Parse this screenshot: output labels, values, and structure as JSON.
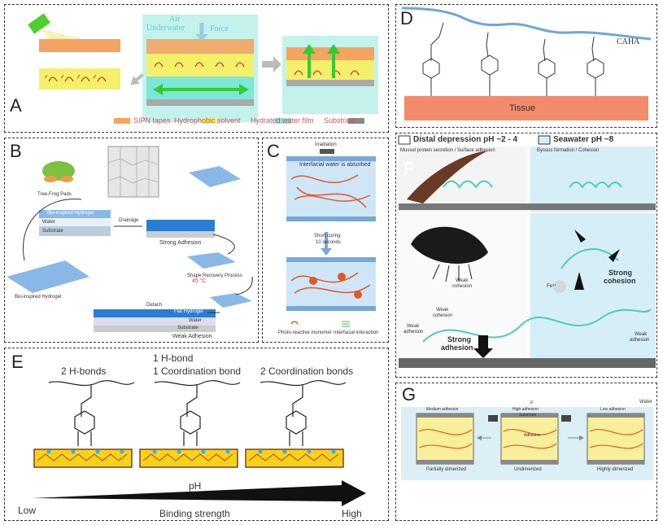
{
  "panels": {
    "a": {
      "letter": "A",
      "air": "Air",
      "underwater": "Underwater",
      "force": "Force",
      "legend": [
        "SIPN tapes",
        "Hydrophobic solvent",
        "Hydrated water film",
        "Substrate"
      ],
      "colors": {
        "tape": "#f4a460",
        "solvent": "#f5f06a",
        "water": "#8fe3d8",
        "substrate": "#888888"
      }
    },
    "b": {
      "letter": "B",
      "frog": "Tree-Frog Pads",
      "bio_hydrogel": "Bio-inspired Hydrogel",
      "hydrogel_top": "Bio-inspired Hydrogel",
      "water": "Water",
      "substrate": "Substrate",
      "drainage": "Drainage",
      "strong": "Strong Adhesion",
      "temp": "45 °C",
      "shape": "Shape Recovery Process",
      "detach": "Detach",
      "flat_hydrogel": "Flat Hydrogel",
      "water2": "Water",
      "substrate2": "Substrate",
      "weak": "Weak Adhesion"
    },
    "c": {
      "letter": "C",
      "irradiation": "Irradiation",
      "absorbed": "Interfacial water is absorbed",
      "curing1": "Short curing",
      "curing2": "10 seconds",
      "legend1": "Photo-reactive monomer",
      "legend2": "Interfacial interaction"
    },
    "d": {
      "letter": "D",
      "caha": "CAHA",
      "tissue": "Tissue"
    },
    "e": {
      "letter": "E",
      "col1": "2 H-bonds",
      "col2a": "1 H-bond",
      "col2b": "1 Coordination bond",
      "col3": "2 Coordination bonds",
      "ph": "pH",
      "low": "Low",
      "binding": "Binding strength",
      "high": "High"
    },
    "f": {
      "letter": "F",
      "legend_left": "Distal depression pH ~2 - 4",
      "legend_right": "Seawater pH ~8",
      "title_left": "Mussel protein secretion / Surface adhesion",
      "title_right": "Byssus formation / Cohesion",
      "weak_cohesion_1": "Weak",
      "weak_cohesion_2": "cohesion",
      "weak_cohesion_3": "Weak",
      "weak_cohesion_4": "cohesion",
      "weak_adhesion_1": "Weak",
      "weak_adhesion_2": "adhesion",
      "strong_adhesion_1": "Strong",
      "strong_adhesion_2": "adhesion",
      "strong_cohesion_1": "Strong",
      "strong_cohesion_2": "cohesion",
      "weak_adhesion_r1": "Weak",
      "weak_adhesion_r2": "adhesion",
      "fe": "Fe³⁺"
    },
    "g": {
      "letter": "G",
      "water": "Water",
      "medium": "Medium adhesion",
      "high": "High adhesion",
      "low": "Low adhesion",
      "substrate": "Substrate",
      "adhesive": "Adhesive",
      "partial": "Partially dimerized",
      "undimerized": "Undimerized",
      "highly": "Highly dimerized",
      "f": "F"
    }
  }
}
